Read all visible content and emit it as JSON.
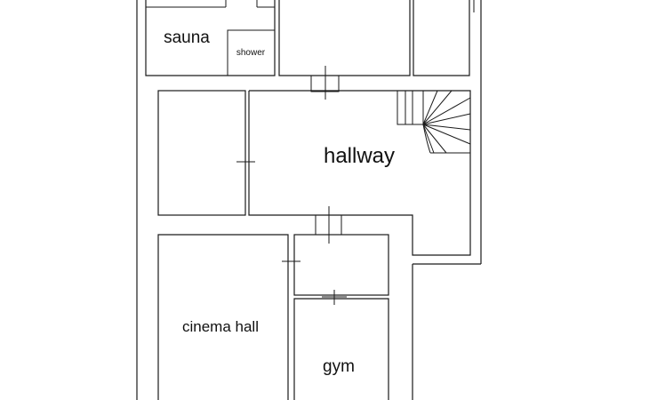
{
  "rooms": {
    "sauna": "sauna",
    "shower": "shower",
    "hallway": "hallway",
    "cinema_hall": "cinema hall",
    "gym": "gym"
  },
  "colors": {
    "wall": "#1a1a1a",
    "background": "#ffffff"
  }
}
